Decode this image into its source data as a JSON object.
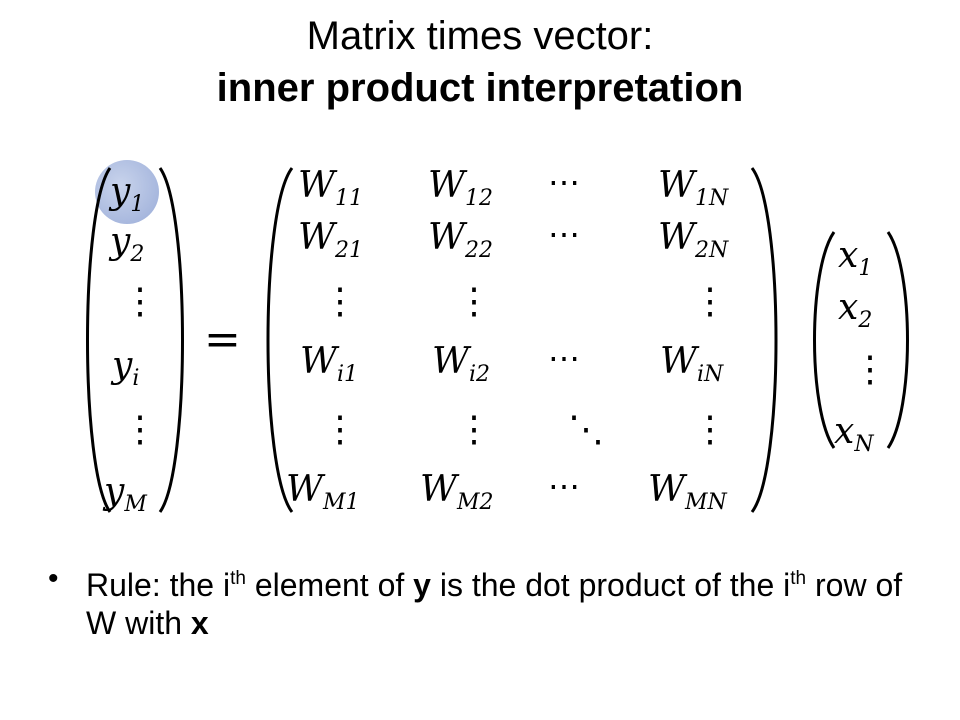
{
  "title": {
    "line1": "Matrix times vector:",
    "line2": "inner product interpretation"
  },
  "equation": {
    "lhs": [
      {
        "base": "y",
        "sub": "1"
      },
      {
        "base": "y",
        "sub": "2"
      },
      {
        "base": "⋮",
        "sub": ""
      },
      {
        "base": "y",
        "sub": "i"
      },
      {
        "base": "⋮",
        "sub": ""
      },
      {
        "base": "y",
        "sub": "M"
      }
    ],
    "equals": "=",
    "matrix": [
      [
        {
          "base": "W",
          "sub": "11"
        },
        {
          "base": "W",
          "sub": "12"
        },
        {
          "base": "⋯",
          "sub": ""
        },
        {
          "base": "W",
          "sub": "1N"
        }
      ],
      [
        {
          "base": "W",
          "sub": "21"
        },
        {
          "base": "W",
          "sub": "22"
        },
        {
          "base": "⋯",
          "sub": ""
        },
        {
          "base": "W",
          "sub": "2N"
        }
      ],
      [
        {
          "base": "⋮",
          "sub": ""
        },
        {
          "base": "⋮",
          "sub": ""
        },
        {
          "base": "",
          "sub": ""
        },
        {
          "base": "⋮",
          "sub": ""
        }
      ],
      [
        {
          "base": "W",
          "sub": "i1"
        },
        {
          "base": "W",
          "sub": "i2"
        },
        {
          "base": "⋯",
          "sub": ""
        },
        {
          "base": "W",
          "sub": "iN"
        }
      ],
      [
        {
          "base": "⋮",
          "sub": ""
        },
        {
          "base": "⋮",
          "sub": ""
        },
        {
          "base": "⋱",
          "sub": ""
        },
        {
          "base": "⋮",
          "sub": ""
        }
      ],
      [
        {
          "base": "W",
          "sub": "M1"
        },
        {
          "base": "W",
          "sub": "M2"
        },
        {
          "base": "⋯",
          "sub": ""
        },
        {
          "base": "W",
          "sub": "MN"
        }
      ]
    ],
    "rhs": [
      {
        "base": "x",
        "sub": "1"
      },
      {
        "base": "x",
        "sub": "2"
      },
      {
        "base": "⋮",
        "sub": ""
      },
      {
        "base": "x",
        "sub": "N"
      }
    ],
    "highlight_color": "#a8b8de"
  },
  "bullet": {
    "p1": "Rule: the i",
    "sup1": "th",
    "p2": " element of ",
    "b1": "y",
    "p3": " is the dot product of the i",
    "sup2": "th",
    "p4": " row of W with ",
    "b2": "x"
  }
}
